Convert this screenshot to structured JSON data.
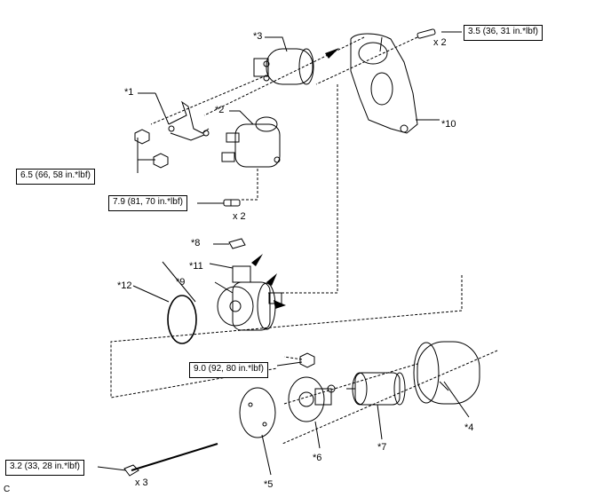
{
  "callouts": {
    "c1": "*1",
    "c2": "*2",
    "c3": "*3",
    "c4": "*4",
    "c5": "*5",
    "c6": "*6",
    "c7": "*7",
    "c8": "*8",
    "c9": "*9",
    "c10": "*10",
    "c11": "*11",
    "c12": "*12"
  },
  "torques": {
    "t_top": "3.5 (36, 31 in.*lbf)",
    "t_left": "6.5 (66, 58 in.*lbf)",
    "t_mid": "7.9 (81, 70 in.*lbf)",
    "t_nut": "9.0 (92, 80 in.*lbf)",
    "t_bolt": "3.2 (33, 28 in.*lbf)"
  },
  "quantities": {
    "q_top": "x 2",
    "q_mid": "x 2",
    "q_bolt": "x 3"
  },
  "corner_label": "C"
}
